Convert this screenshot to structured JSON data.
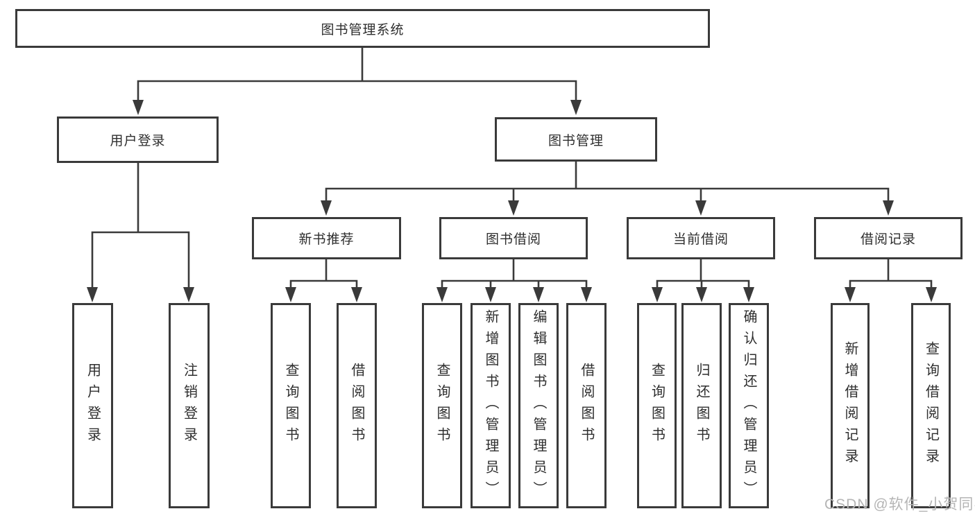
{
  "diagram": {
    "root": {
      "label": "图书管理系统"
    },
    "branches": [
      {
        "label": "用户登录",
        "children": [
          {
            "label": "用户登录"
          },
          {
            "label": "注销登录"
          }
        ]
      },
      {
        "label": "图书管理",
        "groups": [
          {
            "label": "新书推荐",
            "children": [
              {
                "label": "查询图书"
              },
              {
                "label": "借阅图书"
              }
            ]
          },
          {
            "label": "图书借阅",
            "children": [
              {
                "label": "查询图书"
              },
              {
                "label": "新增图书（管理员）"
              },
              {
                "label": "编辑图书（管理员）"
              },
              {
                "label": "借阅图书"
              }
            ]
          },
          {
            "label": "当前借阅",
            "children": [
              {
                "label": "查询图书"
              },
              {
                "label": "归还图书"
              },
              {
                "label": "确认归还（管理员）"
              }
            ]
          },
          {
            "label": "借阅记录",
            "children": [
              {
                "label": "新增借阅记录"
              },
              {
                "label": "查询借阅记录"
              }
            ]
          }
        ]
      }
    ]
  },
  "watermark": {
    "label": "CSDN @软件_小贺同学"
  },
  "colors": {
    "line": "#3a3a3a",
    "text": "#2e2e2e",
    "watermark": "#b5b5b5",
    "background": "#ffffff"
  }
}
